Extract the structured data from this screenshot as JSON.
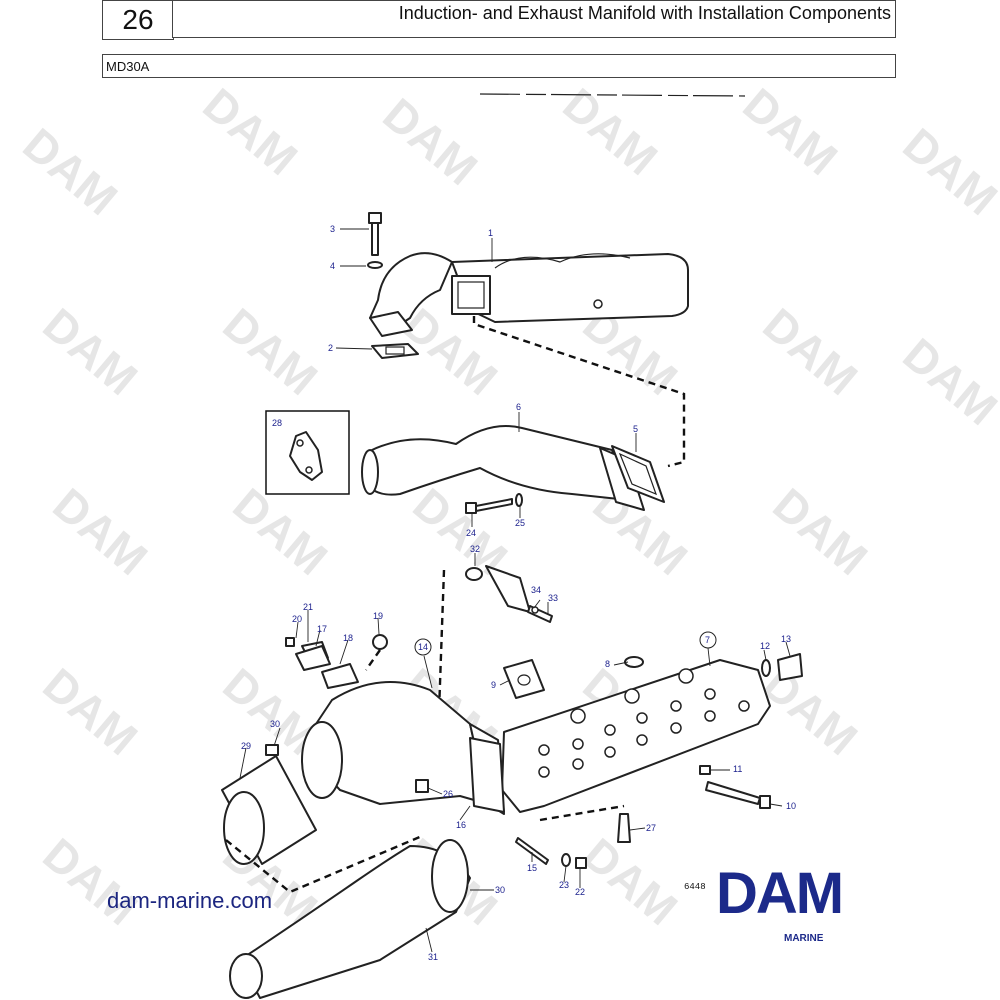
{
  "header": {
    "page_number": "26",
    "title": "Induction- and Exhaust Manifold with Installation Components",
    "model": "MD30A"
  },
  "watermark": "DAM",
  "callouts": [
    "1",
    "2",
    "3",
    "4",
    "5",
    "6",
    "7",
    "8",
    "9",
    "10",
    "11",
    "12",
    "13",
    "14",
    "15",
    "16",
    "17",
    "18",
    "19",
    "20",
    "21",
    "22",
    "23",
    "24",
    "25",
    "26",
    "27",
    "28",
    "29",
    "30",
    "30",
    "31",
    "32",
    "33",
    "34"
  ],
  "footer": {
    "website": "dam-marine.com",
    "figure_number": "6448",
    "logo_text": "DAM",
    "logo_subtext": "MARINE"
  },
  "colors": {
    "callout": "#1a1f8c",
    "logo": "#1c2a8a",
    "watermark": "#e6e6e6"
  }
}
